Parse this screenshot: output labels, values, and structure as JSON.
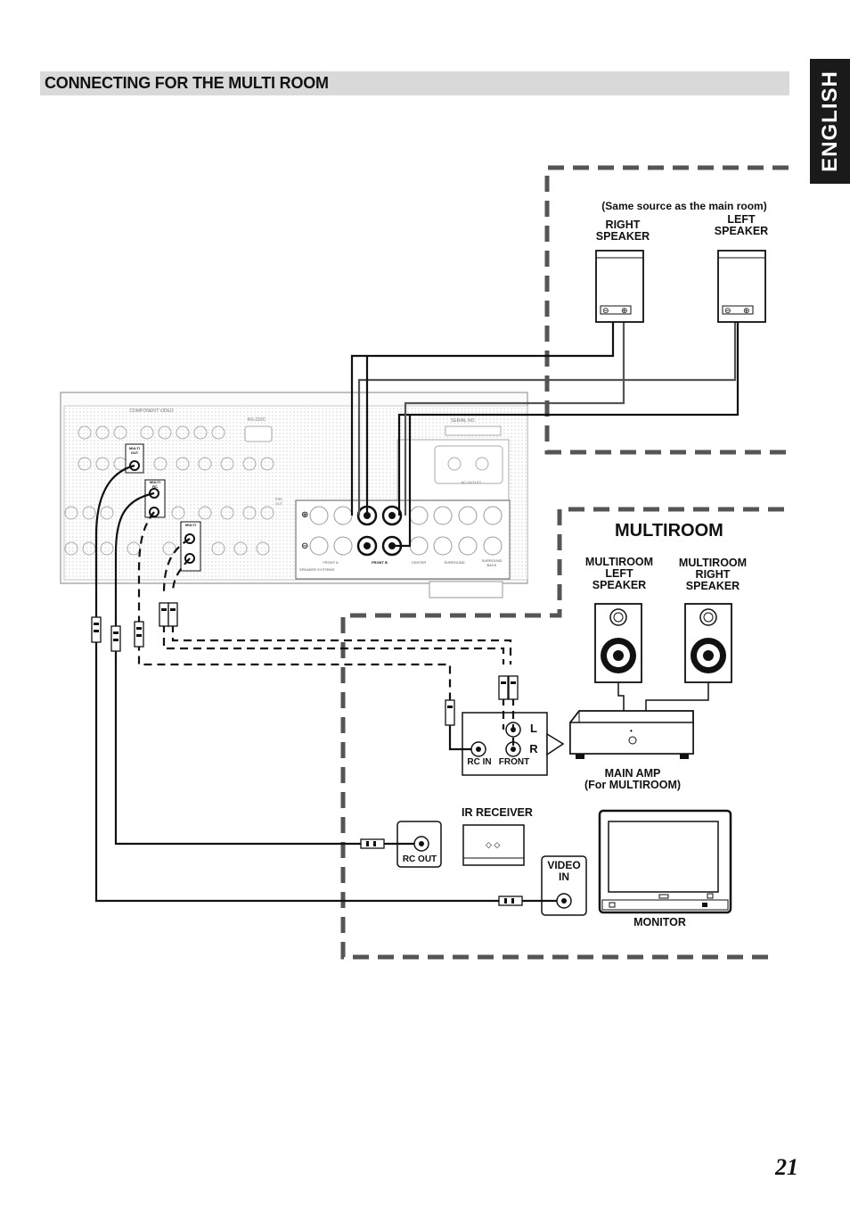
{
  "section_title": "CONNECTING FOR THE MULTI ROOM",
  "language_tab": "ENGLISH",
  "page_number": "21",
  "main_room": {
    "note": "(Same source as the main room)",
    "right_speaker": "RIGHT\nSPEAKER",
    "left_speaker": "LEFT\nSPEAKER"
  },
  "multiroom": {
    "title": "MULTIROOM",
    "left_speaker": "MULTIROOM\nLEFT\nSPEAKER",
    "right_speaker": "MULTIROOM\nRIGHT\nSPEAKER",
    "main_amp": "MAIN AMP\n(For MULTIROOM)",
    "ir_receiver": "IR RECEIVER",
    "monitor": "MONITOR",
    "video_in": "VIDEO\nIN",
    "rc_out": "RC OUT",
    "rc_in": "RC IN",
    "front": "FRONT",
    "channel_l": "L",
    "channel_r": "R"
  },
  "receiver_panel": {
    "component_video": "COMPONENT VIDEO",
    "rs232c": "RS-232C",
    "serial_no": "SERIAL NO.",
    "multi_out": "MULTI\nOUT",
    "multi_rc": "MULTI\nRC",
    "multi": "MULTI",
    "ac_outlet": "AC OUTLET",
    "pre_out": "PRE\nOUT",
    "front_a": "FRONT A",
    "front_b": "FRONT B",
    "center": "CENTER",
    "surround": "SURROUND",
    "surround_back": "SURROUND\nBACK",
    "speaker_systems": "SPEAKER SYSTEMS"
  }
}
